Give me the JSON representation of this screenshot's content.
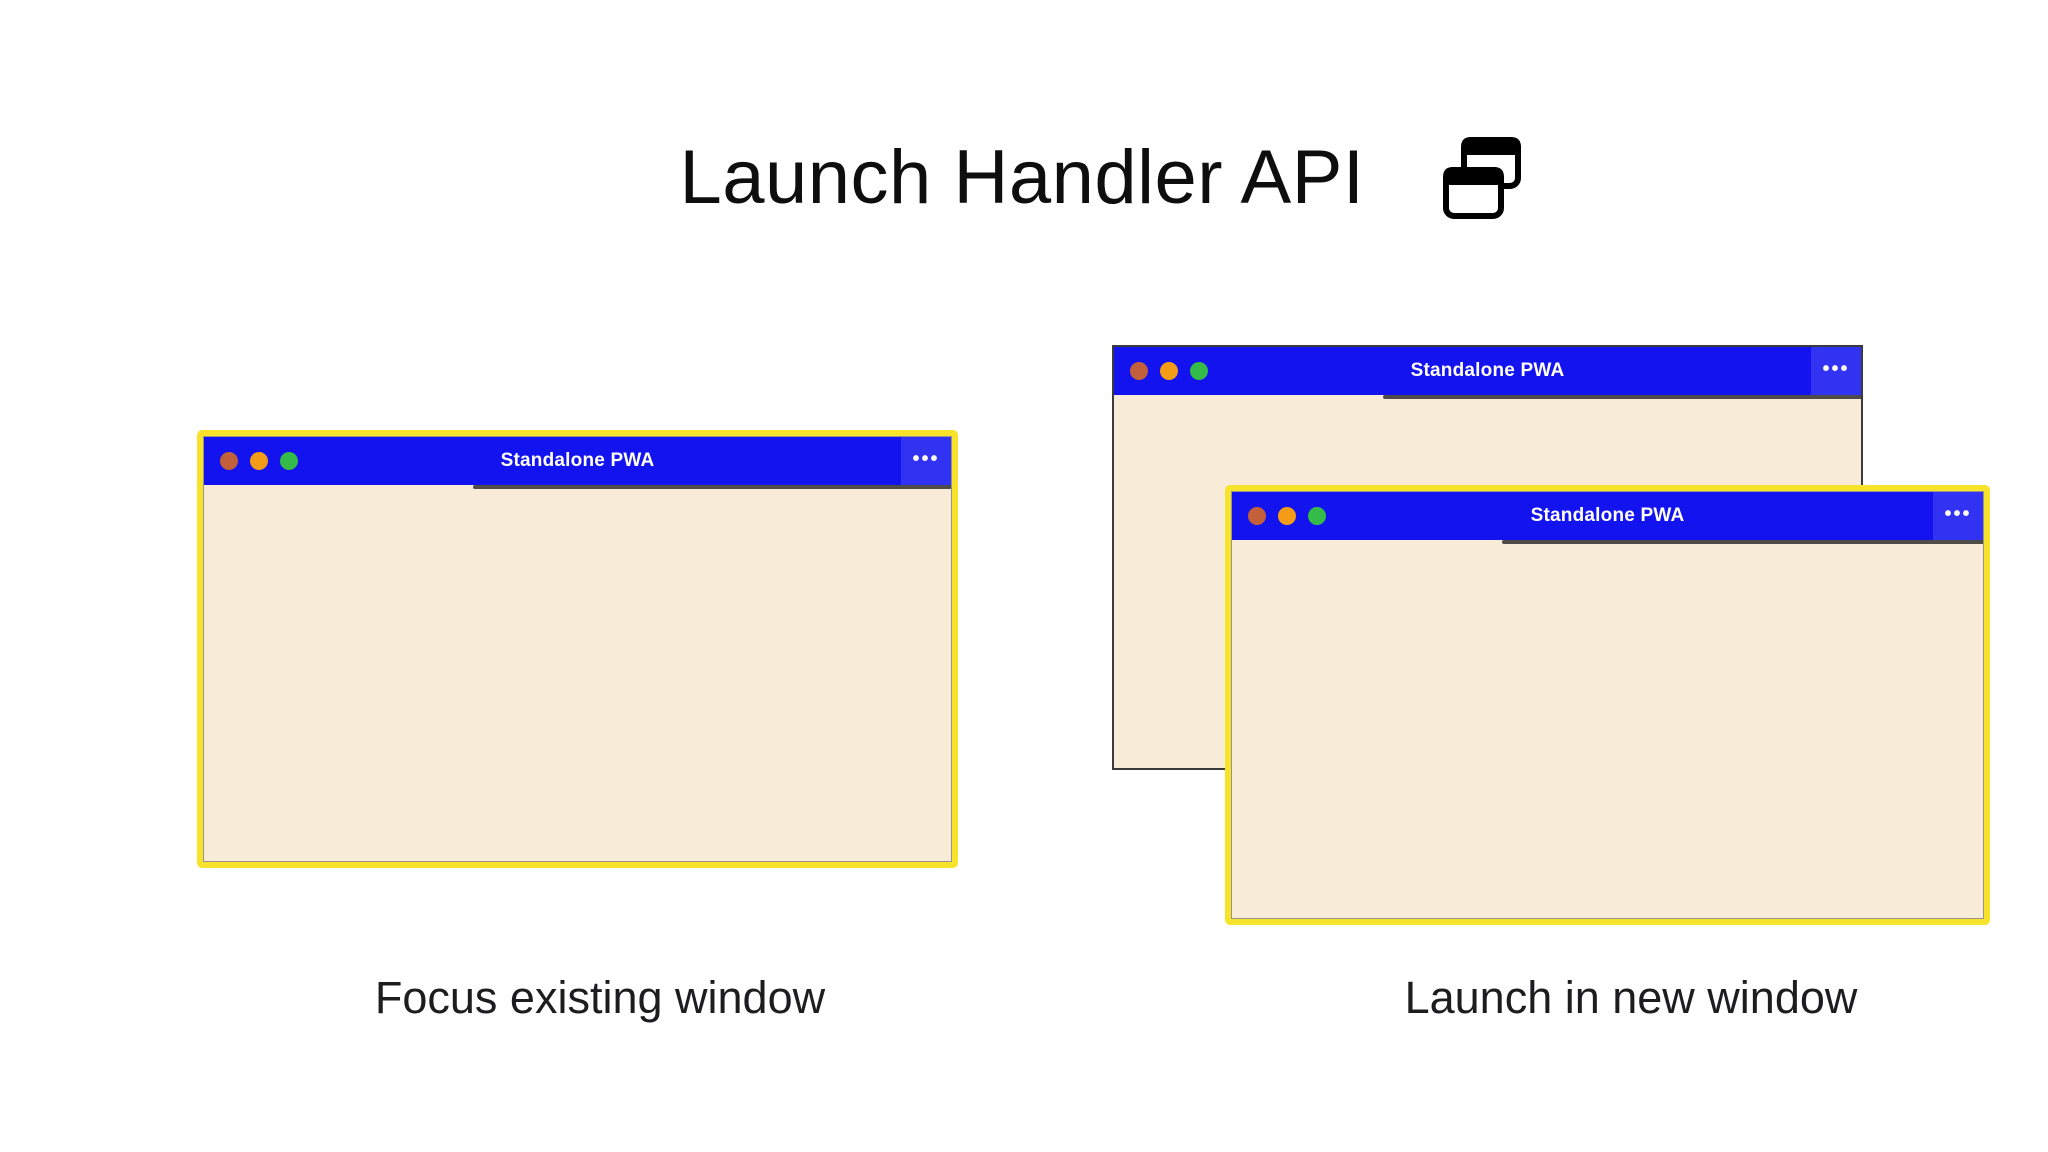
{
  "header": {
    "title": "Launch Handler API",
    "icon": "overlapping-windows-icon"
  },
  "colors": {
    "titlebar_blue": "#1313ef",
    "titlebar_more_button_blue": "#3232f3",
    "window_body_cream": "#f8ecd9",
    "focus_highlight_border_yellow": "#f7e32c",
    "back_window_border_gray": "#3b3b3b",
    "traffic_light_red": "#c2603c",
    "traffic_light_orange": "#f49c15",
    "traffic_light_green": "#35bb47",
    "heading_text": "#0e0e0e",
    "caption_text": "#1d1d1f"
  },
  "chrome": {
    "more_menu_glyph": "•••"
  },
  "left_group": {
    "window_title": "Standalone PWA",
    "caption": "Focus existing window"
  },
  "right_group": {
    "back_window_title": "Standalone PWA",
    "front_window_title": "Standalone PWA",
    "caption": "Launch in new window"
  }
}
